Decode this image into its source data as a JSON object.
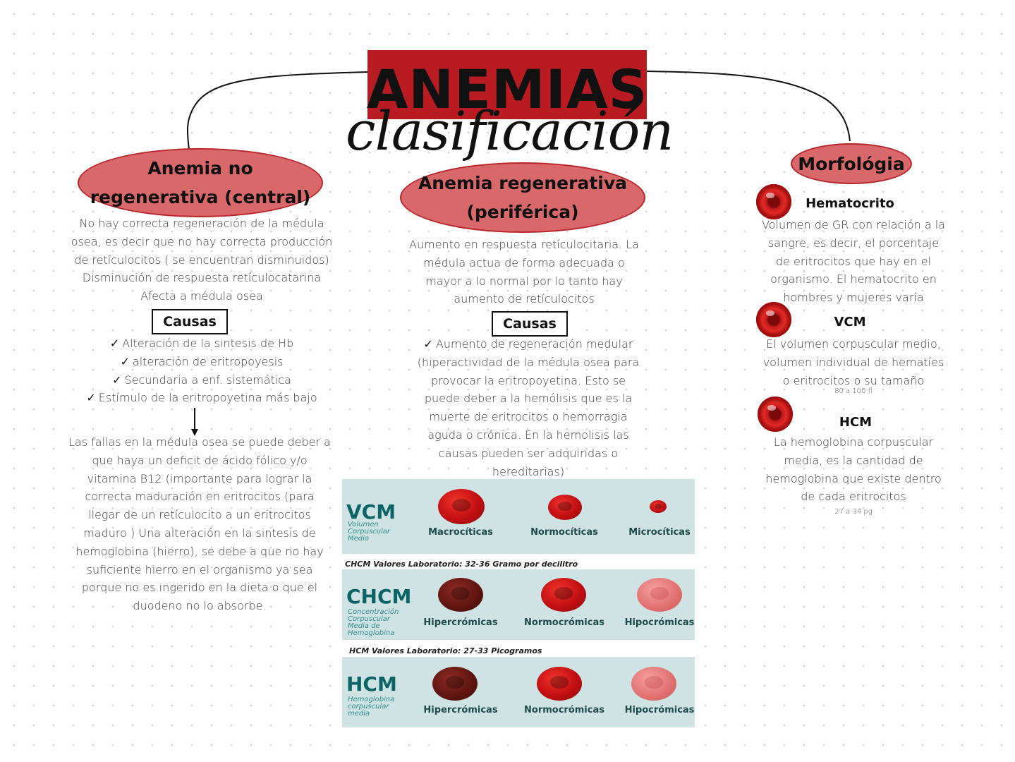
{
  "title": {
    "main": "ANEMIAS",
    "sub": "clasificación",
    "box_color": "#b81c22"
  },
  "left": {
    "heading_line1": "Anemia no",
    "heading_line2": "regenerativa (central)",
    "description": "No hay correcta regeneración de la médula osea, es decir que no hay correcta producción de retículocitos ( se encuentran disminuidos) Disminución de respuesta retículocatarina Afecta a médula osea",
    "causes_label": "Causas",
    "causes": [
      "Alteración de la sintesis de Hb",
      "alteración de eritropoyesis",
      "Secundaria a enf. sistemática",
      "Estímulo de la eritropoyetina más bajo"
    ],
    "fallas": "Las fallas en la médula osea se puede deber a que haya un deficit de ácido fólico y/o vitamina B12 (importante para lograr la correcta maduración en eritrocitos (para llegar de un retículocito a un eritrocitos maduro ) Una alteración en la sintesis de hemoglobina (hierro), se debe a que no hay suficiente hierro en el organismo ya sea porque no es ingerido en la dieta o que el duodeno no lo absorbe."
  },
  "middle": {
    "heading_line1": "Anemia regenerativa",
    "heading_line2": "(periférica)",
    "description": "Aumento en respuesta retículocitaria. La médula actua de forma adecuada o mayor a lo normal por lo tanto hay aumento de retículocitos",
    "causes_label": "Causas",
    "causes_text": "Aumento de regeneración medular (hiperactividad de la médula osea para provocar la eritropoyetina. Esto se puede deber a la hemólisis que es la muerte de eritrocitos o hemorragia aguda o crónica. En la hemolisis las causas pueden ser adquiridas o hereditarias)"
  },
  "right": {
    "heading": "Morfológia",
    "items": [
      {
        "title": "Hematocrito",
        "text": "Volumen de GR con relación a la sangre, es decir, el porcentaje de eritrocitos que hay en el organismo. El hematocrito en hombres y mujeres varía",
        "note": ""
      },
      {
        "title": "VCM",
        "text": "El volumen corpuscular medio, volumen individual de hematíes o eritrocitos o su tamaño",
        "note": "80 a 100 fl"
      },
      {
        "title": "HCM",
        "text": "La hemoglobina corpuscular media, es la cantidad de hemoglobina que existe dentro de cada eritrocitos",
        "note": "27 a 34 pg"
      }
    ]
  },
  "reference_image": {
    "rows": [
      {
        "code": "VCM",
        "subtitle": "Volumen Corpuscular Medio",
        "labels": [
          "Macrocíticas",
          "Normocíticas",
          "Microcíticas"
        ]
      },
      {
        "code": "CHCM",
        "subtitle": "Concentración Corpuscular Media de Hemoglobina",
        "labels": [
          "Hipercrómicas",
          "Normocrómicas",
          "Hipocrómicas"
        ]
      },
      {
        "code": "HCM",
        "subtitle": "Hemoglobina corpuscular media",
        "labels": [
          "Hipercrómicas",
          "Normocrómicas",
          "Hipocrómicas"
        ]
      }
    ],
    "lab_note_chcm": "CHCM Valores Laboratorio:  32-36 Gramo por decilitro",
    "lab_note_hcm": "HCM Valores Laboratorio: 27-33 Picogramos",
    "band_color": "#cfe3e4"
  }
}
